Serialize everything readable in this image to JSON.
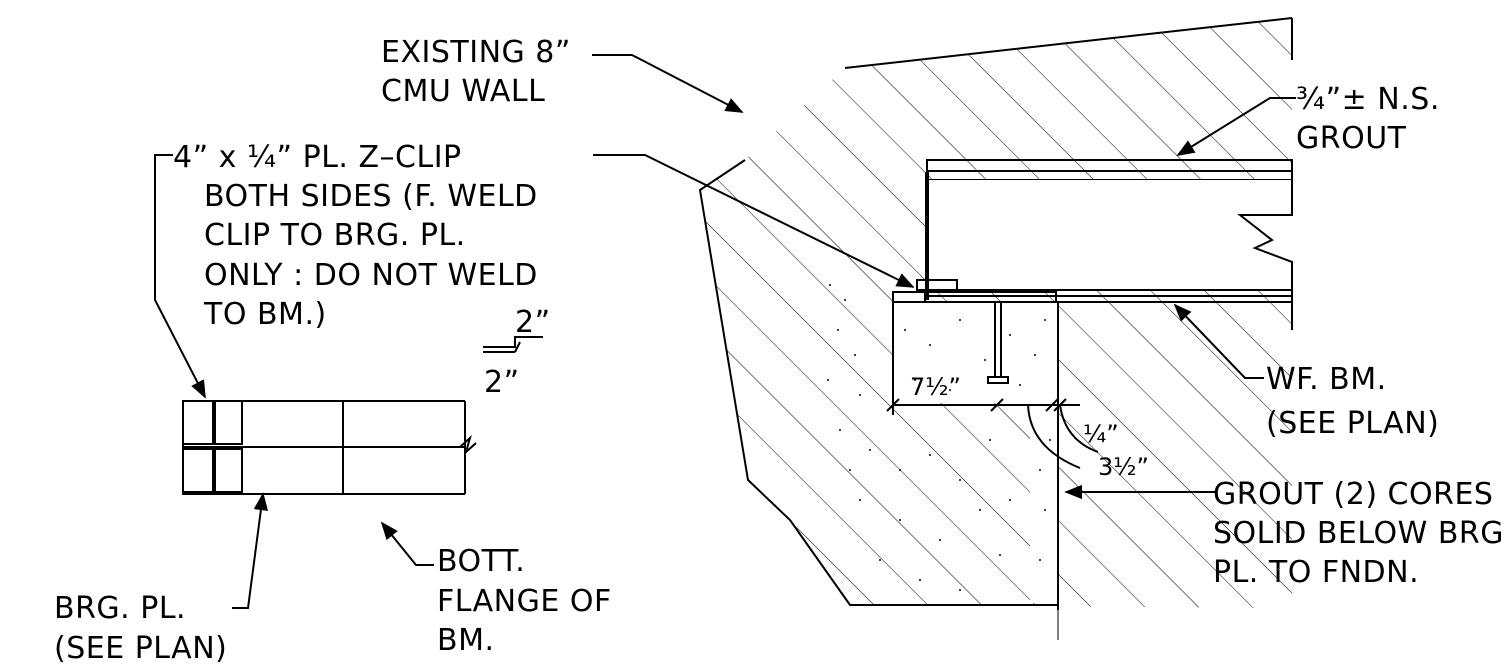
{
  "labels": {
    "cmu_wall": [
      "EXISTING 8”",
      "CMU WALL"
    ],
    "z_clip": [
      "4” x ¼” PL. Z–CLIP",
      "BOTH SIDES (F. WELD",
      "CLIP TO BRG. PL.",
      "ONLY : DO NOT WELD",
      "TO BM.)"
    ],
    "weld_top": "2”",
    "weld_bottom": "2”",
    "grout_ns": [
      "¾”± N.S.",
      "GROUT"
    ],
    "wf_beam": [
      "WF. BM.",
      "(SEE PLAN)"
    ],
    "dim_bearing": "7½”",
    "dim_quarter": "¼”",
    "dim_three_half": "3½”",
    "grout_cores": [
      "GROUT (2) CORES",
      "SOLID BELOW BRG.",
      "PL. TO FNDN."
    ],
    "bott_flange": [
      "BOTT.",
      "FLANGE OF",
      "BM."
    ],
    "brg_pl": [
      "BRG. PL.",
      "(SEE PLAN)"
    ]
  }
}
